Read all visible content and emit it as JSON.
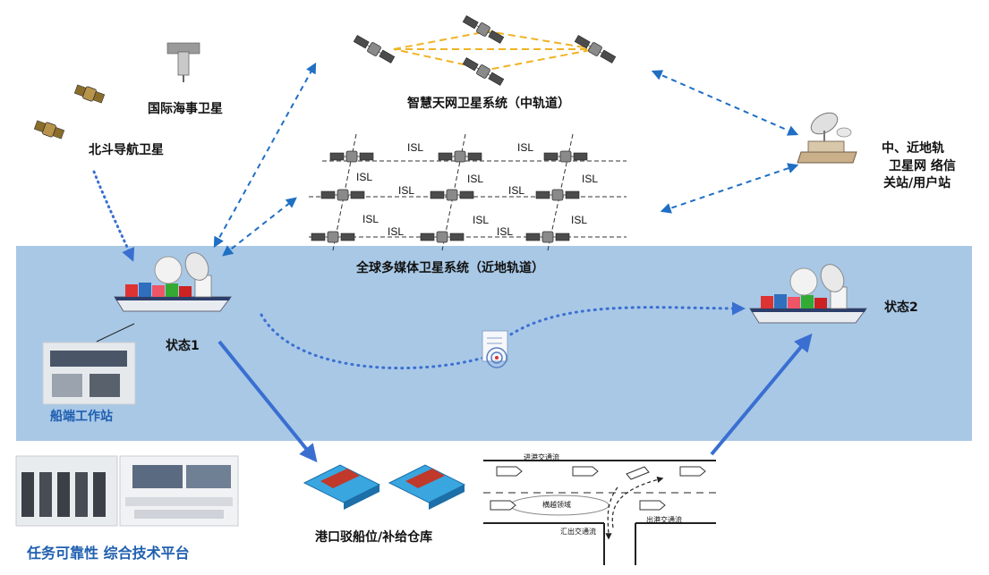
{
  "labels": {
    "smart_network": "智慧天网卫星系统（中轨道）",
    "maritime_sat": "国际海事卫星",
    "beidou": "北斗导航卫星",
    "global_multimedia": "全球多媒体卫星系统（近地轨道）",
    "gateway_l1": "中、近地轨",
    "gateway_l2": "卫星网 络信",
    "gateway_l3": "关站/用户站",
    "state1": "状态1",
    "state2": "状态2",
    "ship_workstation": "船端工作站",
    "platform": "任务可靠性 综合技术平台",
    "port": "港口驳船位/补给仓库",
    "isl": "ISL",
    "traffic_in": "进港交通流",
    "traffic_cross": "横越领域",
    "traffic_out": "出港交通流",
    "traffic_merge": "汇出交通流"
  },
  "colors": {
    "sea": "#a8c8e6",
    "accent_blue": "#3a6fd1",
    "dash_blue": "#1f6fc4",
    "mesh_yellow": "#f0b323",
    "label_blue": "#1f5fb0"
  }
}
